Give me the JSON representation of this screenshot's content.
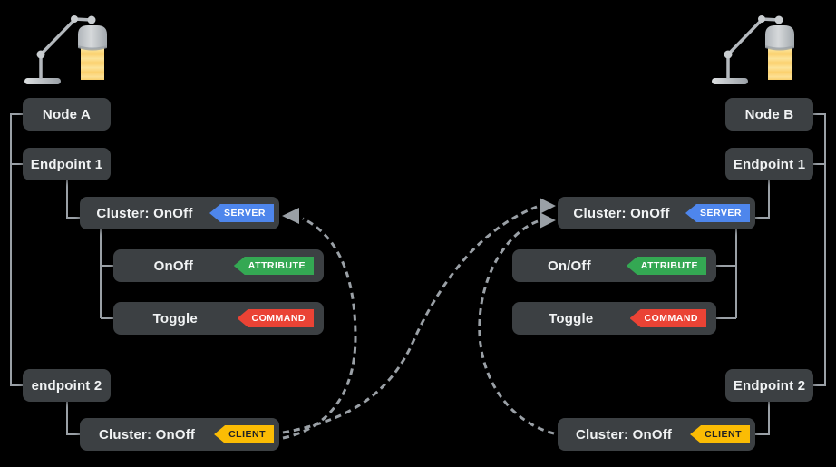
{
  "colors": {
    "background": "#000000",
    "box_fill": "#3c4043",
    "box_text": "#f1f3f4",
    "connector_gray": "#9aa0a6",
    "server_badge": "#4e86ec",
    "attribute_badge": "#34a853",
    "command_badge": "#ea4335",
    "client_badge": "#fbbc04",
    "client_badge_text": "#202124",
    "lamp_beam_yellow": "#fbd06d",
    "lamp_metal_gray": "#b4b9be"
  },
  "icons": {
    "left_device": "desk-lamp-icon",
    "right_device": "desk-lamp-icon"
  },
  "left": {
    "node": "Node A",
    "endpoint1": "Endpoint 1",
    "server_cluster": "Cluster: OnOff",
    "server_badge": "SERVER",
    "attribute": "OnOff",
    "attribute_badge": "ATTRIBUTE",
    "command": "Toggle",
    "command_badge": "COMMAND",
    "endpoint2": "endpoint 2",
    "client_cluster": "Cluster: OnOff",
    "client_badge": "CLIENT"
  },
  "right": {
    "node": "Node B",
    "endpoint1": "Endpoint 1",
    "server_cluster": "Cluster: OnOff",
    "server_badge": "SERVER",
    "attribute": "On/Off",
    "attribute_badge": "ATTRIBUTE",
    "command": "Toggle",
    "command_badge": "COMMAND",
    "endpoint2": "Endpoint 2",
    "client_cluster": "Cluster: OnOff",
    "client_badge": "CLIENT"
  }
}
